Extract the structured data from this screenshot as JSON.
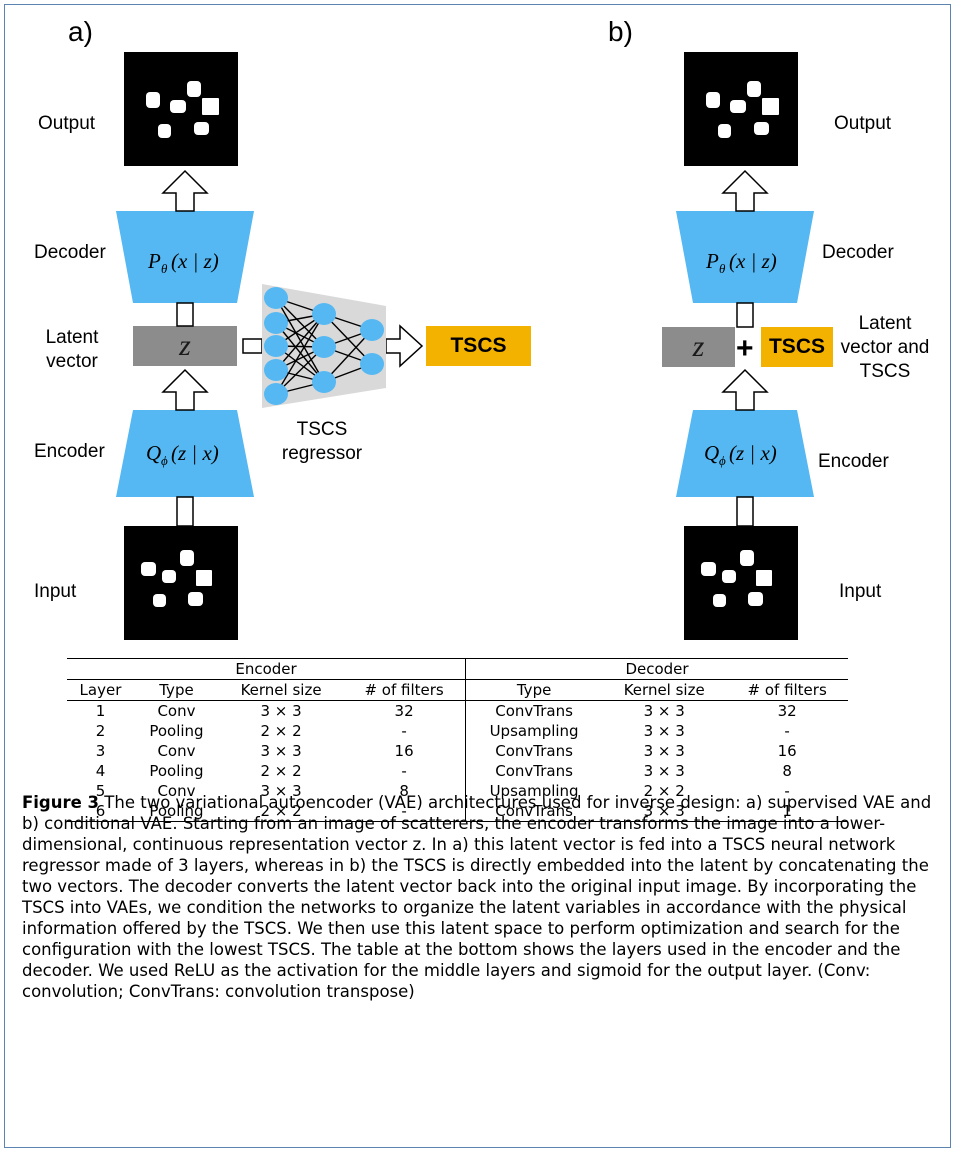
{
  "figure": {
    "panel_a": {
      "tag": "a)",
      "labels": {
        "output": "Output",
        "decoder": "Decoder",
        "latent_line1": "Latent",
        "latent_line2": "vector",
        "encoder": "Encoder",
        "input": "Input",
        "regressor_line1": "TSCS",
        "regressor_line2": "regressor"
      },
      "latent_symbol": "z",
      "tscs_box": "TSCS"
    },
    "panel_b": {
      "tag": "b)",
      "labels": {
        "output": "Output",
        "decoder": "Decoder",
        "latent_line1": "Latent",
        "latent_line2": "vector and",
        "latent_line3": "TSCS",
        "encoder": "Encoder",
        "input": "Input"
      },
      "latent_symbol": "z",
      "plus": "+",
      "tscs_box": "TSCS"
    },
    "colors": {
      "trapezoid": "#55b8f3",
      "latent_box": "#8c8c8c",
      "tscs_box": "#f3b200",
      "neuron": "#55b8f3",
      "regressor_bg": "#d9d9d9",
      "frame": "#5b85b0"
    }
  },
  "table": {
    "group_headers": [
      "Encoder",
      "Decoder"
    ],
    "columns": [
      "Layer",
      "Type",
      "Kernel size",
      "# of filters",
      "Type",
      "Kernel size",
      "# of filters"
    ],
    "rows": [
      [
        "1",
        "Conv",
        "3 × 3",
        "32",
        "ConvTrans",
        "3 × 3",
        "32"
      ],
      [
        "2",
        "Pooling",
        "2 × 2",
        "-",
        "Upsampling",
        "3 × 3",
        "-"
      ],
      [
        "3",
        "Conv",
        "3 × 3",
        "16",
        "ConvTrans",
        "3 × 3",
        "16"
      ],
      [
        "4",
        "Pooling",
        "2 × 2",
        "-",
        "ConvTrans",
        "3 × 3",
        "8"
      ],
      [
        "5",
        "Conv",
        "3 × 3",
        "8",
        "Upsampling",
        "2 × 2",
        "-"
      ],
      [
        "6",
        "Pooling",
        "2 × 2",
        "-",
        "ConvTrans",
        "3 × 3",
        "1"
      ]
    ]
  },
  "caption": {
    "label": "Figure 3",
    "text": "The two variational autoencoder (VAE) architectures used for inverse design: a) supervised VAE and b) conditional VAE. Starting from an image of scatterers, the encoder transforms the image into a lower-dimensional, continuous representation vector z. In a) this latent vector is fed into a TSCS neural network regressor made of 3 layers, whereas in b) the TSCS is directly embedded into the latent by concatenating the two vectors. The decoder converts the latent vector back into the original input image. By incorporating the TSCS into VAEs, we condition the networks to organize the latent variables in accordance with the physical information offered by the TSCS. We then use this latent space to perform optimization and search for the configuration with the lowest TSCS. The table at the bottom shows the layers used in the encoder and the decoder. We used ReLU as the activation for the middle layers and sigmoid for the output layer. (Conv: convolution; ConvTrans: convolution transpose)"
  }
}
